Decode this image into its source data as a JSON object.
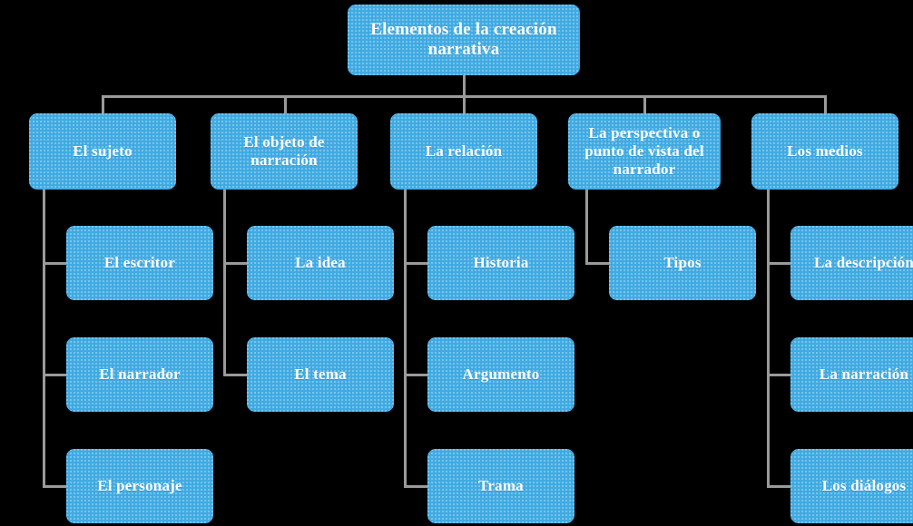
{
  "diagram": {
    "title": "Elementos de la creación narrativa",
    "style": {
      "node_fill": "#3faae2",
      "node_text": "#ffffff",
      "connector": "#9a9a9a",
      "background": "#000000"
    },
    "root": {
      "label": "Elementos de la creación narrativa"
    },
    "branches": [
      {
        "label": "El sujeto",
        "children": [
          {
            "label": "El escritor"
          },
          {
            "label": "El narrador"
          },
          {
            "label": "El personaje"
          }
        ]
      },
      {
        "label": "El objeto de narración",
        "children": [
          {
            "label": "La idea"
          },
          {
            "label": "El tema"
          }
        ]
      },
      {
        "label": "La relación",
        "children": [
          {
            "label": "Historia"
          },
          {
            "label": "Argumento"
          },
          {
            "label": "Trama"
          }
        ]
      },
      {
        "label": "La perspectiva o punto de vista del narrador",
        "children": [
          {
            "label": "Tipos"
          }
        ]
      },
      {
        "label": "Los medios",
        "children": [
          {
            "label": "La descripción"
          },
          {
            "label": "La narración"
          },
          {
            "label": "Los diálogos"
          }
        ]
      }
    ]
  }
}
